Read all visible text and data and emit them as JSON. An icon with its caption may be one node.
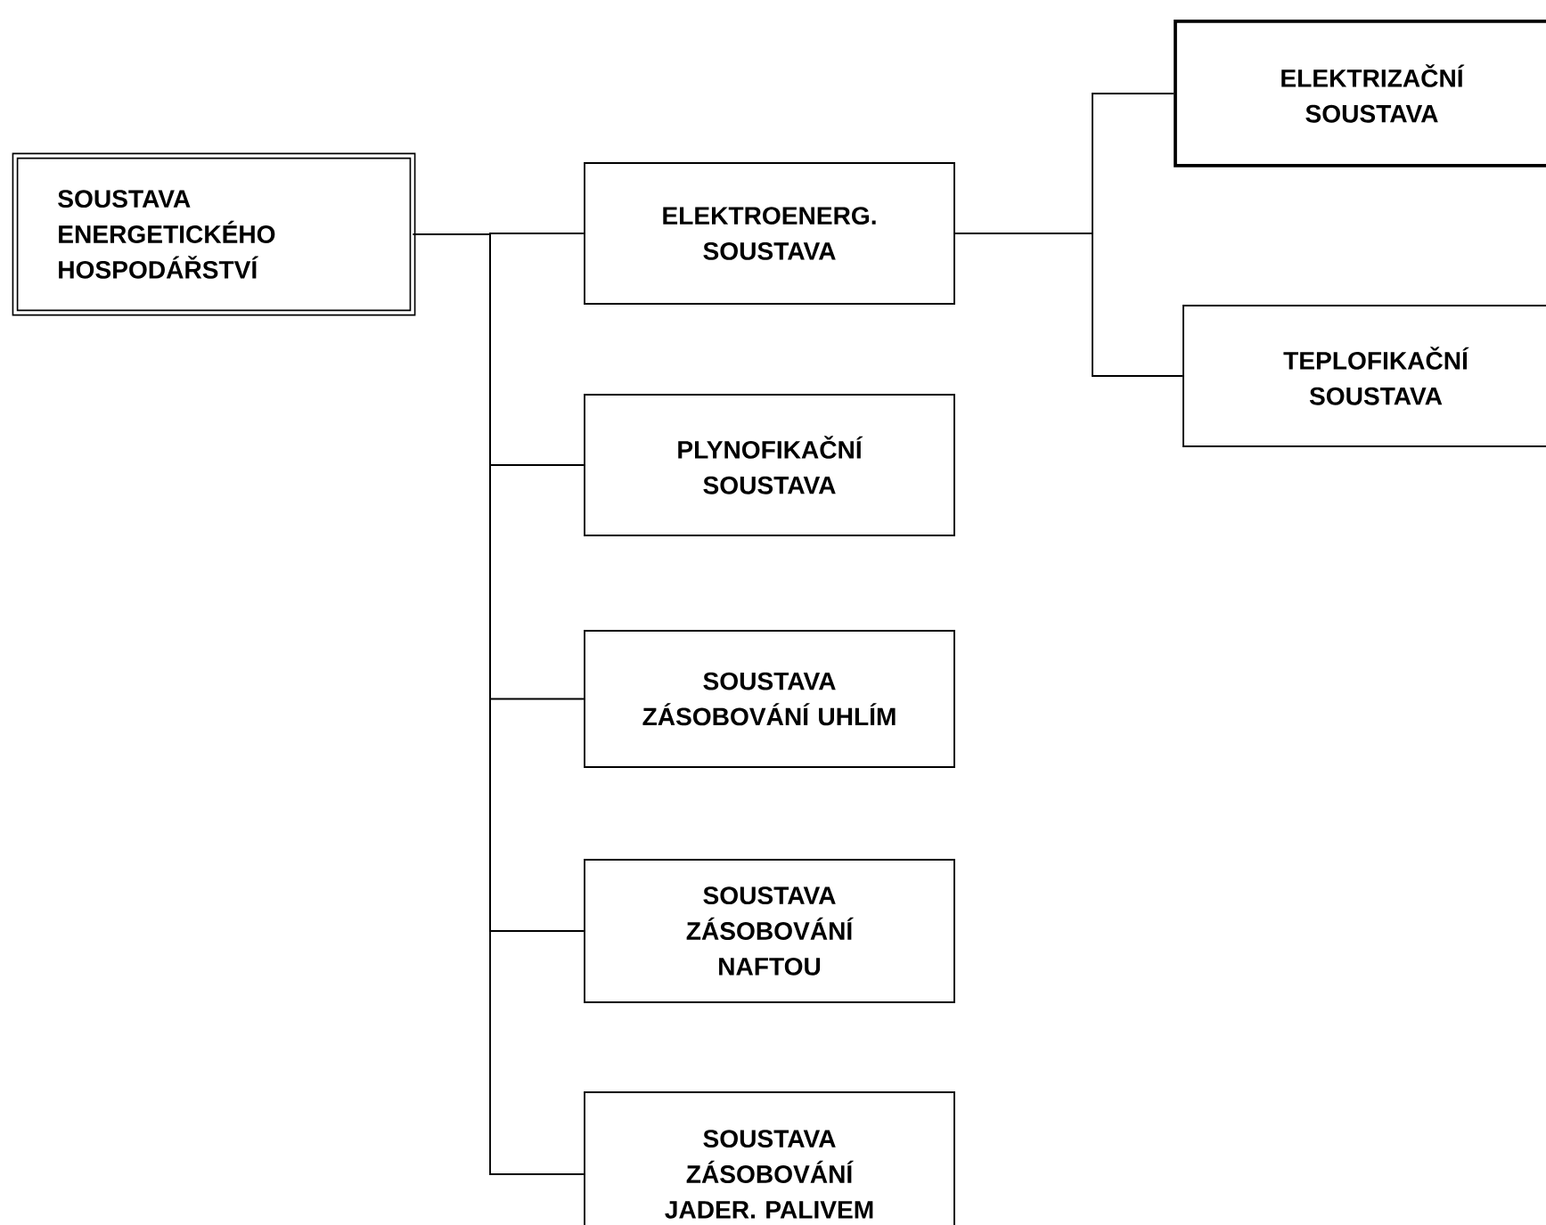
{
  "diagram": {
    "nodes": [
      {
        "text": [
          "SOUSTAVA ENERGETICKÉHO HOSPODÁŘSTVÍ"
        ]
      },
      {
        "text": [
          "ELEKTROENERG. SOUSTAVA"
        ]
      },
      {
        "text": [
          "PLYNOFIKAČNÍ SOUSTAVA"
        ]
      },
      {
        "text": [
          "SOUSTAVA ZÁSOBOVÁNÍ UHLÍM"
        ]
      },
      {
        "text": [
          "SOUSTAVA ZÁSOBOVÁNÍ NAFTOU"
        ]
      },
      {
        "text": [
          "SOUSTAVA ZÁSOBOVÁNÍ JADER. PALIVEM"
        ]
      },
      {
        "text": [
          "ELEKTRIZAČNÍ SOUSTAVA"
        ]
      },
      {
        "text": [
          "TEPLOFIKAČNÍ SOUSTAVA"
        ]
      }
    ],
    "edges": [
      {
        "from": 0,
        "to": 1,
        "arrow": "none"
      },
      {
        "from": 0,
        "to": 2,
        "arrow": "none"
      },
      {
        "from": 0,
        "to": 3,
        "arrow": "none"
      },
      {
        "from": 0,
        "to": 4,
        "arrow": "none"
      },
      {
        "from": 0,
        "to": 5,
        "arrow": "none"
      },
      {
        "from": 1,
        "to": 6,
        "arrow": "none"
      },
      {
        "from": 1,
        "to": 7,
        "arrow": "none"
      }
    ]
  }
}
